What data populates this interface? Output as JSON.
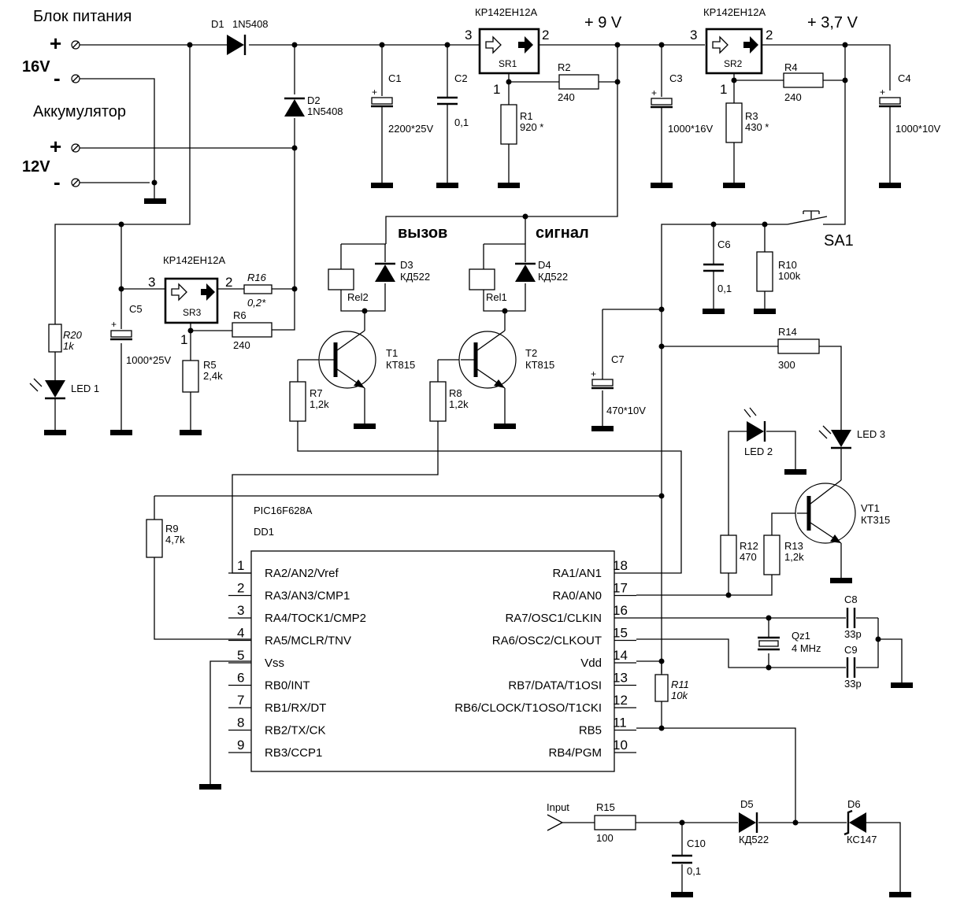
{
  "title_power_supply": "Блок питания",
  "title_battery": "Аккумулятор",
  "terminals": {
    "plus": "+",
    "minus": "-",
    "v16": "16V",
    "v12": "12V"
  },
  "rails": {
    "v9": "+ 9 V",
    "v37": "+ 3,7 V"
  },
  "regulator_type": "КР142ЕН12А",
  "regulators": [
    {
      "ref": "SR1",
      "in_pin": "3",
      "out_pin": "2",
      "adj_pin": "1"
    },
    {
      "ref": "SR2",
      "in_pin": "3",
      "out_pin": "2",
      "adj_pin": "1"
    },
    {
      "ref": "SR3",
      "in_pin": "3",
      "out_pin": "2",
      "adj_pin": "1"
    }
  ],
  "diodes": {
    "D1": {
      "ref": "D1",
      "part": "1N5408"
    },
    "D2": {
      "ref": "D2",
      "part": "1N5408"
    },
    "D3": {
      "ref": "D3",
      "part": "КД522"
    },
    "D4": {
      "ref": "D4",
      "part": "КД522"
    },
    "D5": {
      "ref": "D5",
      "part": "КД522"
    },
    "D6": {
      "ref": "D6",
      "part": "КС147"
    }
  },
  "capacitors": {
    "C1": {
      "ref": "C1",
      "value": "2200*25V"
    },
    "C2": {
      "ref": "C2",
      "value": "0,1"
    },
    "C3": {
      "ref": "C3",
      "value": "1000*16V"
    },
    "C4": {
      "ref": "C4",
      "value": "1000*10V"
    },
    "C5": {
      "ref": "C5",
      "value": "1000*25V"
    },
    "C6": {
      "ref": "C6",
      "value": "0,1"
    },
    "C7": {
      "ref": "C7",
      "value": "470*10V"
    },
    "C8": {
      "ref": "C8",
      "value": "33p"
    },
    "C9": {
      "ref": "C9",
      "value": "33p"
    },
    "C10": {
      "ref": "C10",
      "value": "0,1"
    }
  },
  "resistors": {
    "R1": {
      "ref": "R1",
      "value": "920 *"
    },
    "R2": {
      "ref": "R2",
      "value": "240"
    },
    "R3": {
      "ref": "R3",
      "value": "430 *"
    },
    "R4": {
      "ref": "R4",
      "value": "240"
    },
    "R5": {
      "ref": "R5",
      "value": "2,4k"
    },
    "R6": {
      "ref": "R6",
      "value": "240"
    },
    "R7": {
      "ref": "R7",
      "value": "1,2k"
    },
    "R8": {
      "ref": "R8",
      "value": "1,2k"
    },
    "R9": {
      "ref": "R9",
      "value": "4,7k"
    },
    "R10": {
      "ref": "R10",
      "value": "100k"
    },
    "R11": {
      "ref": "R11",
      "value": "10k"
    },
    "R12": {
      "ref": "R12",
      "value": "470"
    },
    "R13": {
      "ref": "R13",
      "value": "1,2k"
    },
    "R14": {
      "ref": "R14",
      "value": "300"
    },
    "R15": {
      "ref": "R15",
      "value": "100"
    },
    "R16": {
      "ref": "R16",
      "value": "0,2*"
    },
    "R20": {
      "ref": "R20",
      "value": "1k"
    }
  },
  "transistors": {
    "T1": {
      "ref": "T1",
      "part": "КТ815"
    },
    "T2": {
      "ref": "T2",
      "part": "КТ815"
    },
    "VT1": {
      "ref": "VT1",
      "part": "КТ315"
    }
  },
  "relays": {
    "rel1": "Rel1",
    "rel2": "Rel2"
  },
  "relay_labels": {
    "call": "вызов",
    "signal": "сигнал"
  },
  "leds": {
    "led1": "LED 1",
    "led2": "LED 2",
    "led3": "LED 3"
  },
  "crystal": {
    "ref": "Qz1",
    "value": "4 MHz"
  },
  "switch": {
    "ref": "SA1"
  },
  "input_label": "Input",
  "mcu": {
    "part": "PIC16F628A",
    "ref": "DD1",
    "left_pins": [
      {
        "num": "1",
        "name": "RA2/AN2/Vref"
      },
      {
        "num": "2",
        "name": "RA3/AN3/CMP1"
      },
      {
        "num": "3",
        "name": "RA4/TOCK1/CMP2"
      },
      {
        "num": "4",
        "name": "RA5/MCLR/TNV"
      },
      {
        "num": "5",
        "name": "Vss"
      },
      {
        "num": "6",
        "name": "RB0/INT"
      },
      {
        "num": "7",
        "name": "RB1/RX/DT"
      },
      {
        "num": "8",
        "name": "RB2/TX/CK"
      },
      {
        "num": "9",
        "name": "RB3/CCP1"
      }
    ],
    "right_pins": [
      {
        "num": "18",
        "name": "RA1/AN1"
      },
      {
        "num": "17",
        "name": "RA0/AN0"
      },
      {
        "num": "16",
        "name": "RA7/OSC1/CLKIN"
      },
      {
        "num": "15",
        "name": "RA6/OSC2/CLKOUT"
      },
      {
        "num": "14",
        "name": "Vdd"
      },
      {
        "num": "13",
        "name": "RB7/DATA/T1OSI"
      },
      {
        "num": "12",
        "name": "RB6/CLOCK/T1OSO/T1CKI"
      },
      {
        "num": "11",
        "name": "RB5"
      },
      {
        "num": "10",
        "name": "RB4/PGM"
      }
    ]
  }
}
